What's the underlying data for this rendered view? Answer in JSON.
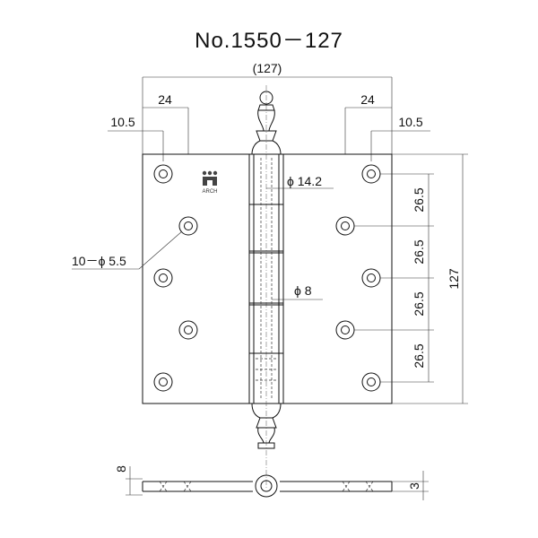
{
  "title": "No.1550－127",
  "dimensions": {
    "overall_width": "(127)",
    "hole_offset_left": "24",
    "hole_offset_right": "24",
    "edge_left": "10.5",
    "edge_right": "10.5",
    "knuckle_diameter": "ϕ 14.2",
    "pin_diameter": "ϕ 8",
    "hole_spec": "10－ϕ 5.5",
    "pitch_1": "26.5",
    "pitch_2": "26.5",
    "pitch_3": "26.5",
    "pitch_4": "26.5",
    "height": "127",
    "open_height": "8",
    "plate_thickness": "3"
  },
  "logo": {
    "text": "ARCH"
  }
}
